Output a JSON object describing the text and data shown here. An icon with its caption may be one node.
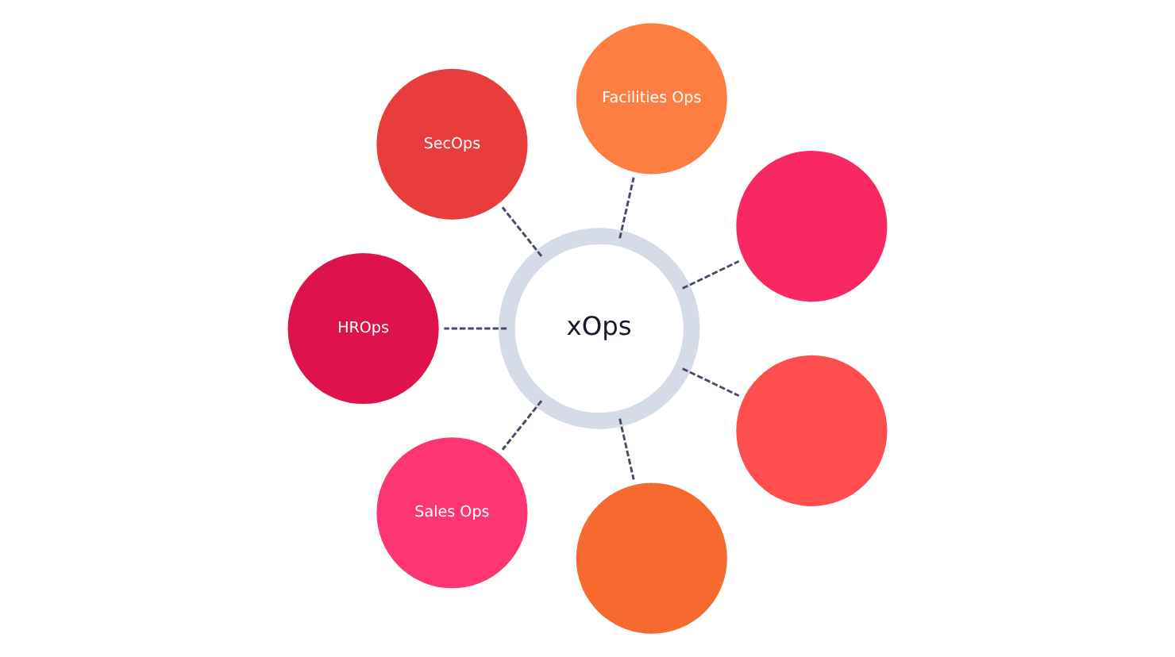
{
  "diagram": {
    "nodes": [
      {
        "text": [
          "xOps"
        ]
      },
      {
        "text": [],
        "shape": "circle"
      },
      {
        "text": [
          "Facilities Ops"
        ]
      },
      {
        "text": [
          "SecOps"
        ]
      },
      {
        "text": [
          "HROps"
        ]
      },
      {
        "text": [
          "Sales Ops"
        ]
      },
      {
        "text": [],
        "shape": "circle"
      },
      {
        "text": [],
        "shape": "circle"
      }
    ],
    "edges": [
      {
        "from": 0,
        "to": 1,
        "arrow": "none",
        "style": "dashed"
      },
      {
        "from": 0,
        "to": 3,
        "arrow": "none",
        "style": "dashed"
      },
      {
        "from": 0,
        "to": 5,
        "arrow": "none",
        "style": "dashed"
      },
      {
        "from": 0,
        "to": 7,
        "arrow": "none",
        "style": "dashed"
      },
      {
        "from": 0,
        "to": 6,
        "arrow": "none",
        "style": "dashed"
      },
      {
        "from": 0,
        "to": 4,
        "arrow": "none",
        "style": "dashed"
      },
      {
        "from": 0,
        "to": 2,
        "arrow": "none",
        "style": "dashed"
      }
    ]
  }
}
